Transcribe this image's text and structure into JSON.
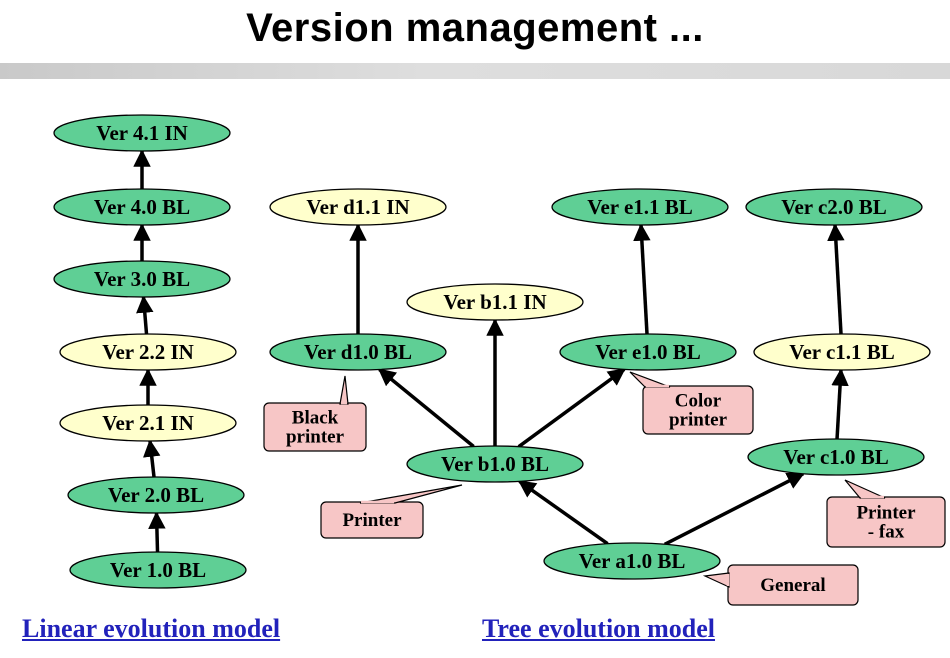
{
  "title": "Version management ...",
  "colors": {
    "baseline_fill": "#5fcf95",
    "interim_fill": "#ffffcc",
    "note_fill": "#f7c6c6",
    "caption": "#2222bb",
    "stroke": "#000000"
  },
  "nodes": {
    "v41": {
      "label": "Ver 4.1 IN",
      "kind": "baseline"
    },
    "v40": {
      "label": "Ver 4.0 BL",
      "kind": "baseline"
    },
    "v30": {
      "label": "Ver 3.0 BL",
      "kind": "baseline"
    },
    "v22": {
      "label": "Ver 2.2 IN",
      "kind": "interim"
    },
    "v21": {
      "label": "Ver 2.1 IN",
      "kind": "interim"
    },
    "v20": {
      "label": "Ver 2.0 BL",
      "kind": "baseline"
    },
    "v10": {
      "label": "Ver 1.0 BL",
      "kind": "baseline"
    },
    "d11": {
      "label": "Ver d1.1 IN",
      "kind": "interim"
    },
    "d10": {
      "label": "Ver d1.0 BL",
      "kind": "baseline"
    },
    "b11": {
      "label": "Ver b1.1 IN",
      "kind": "interim"
    },
    "b10": {
      "label": "Ver b1.0 BL",
      "kind": "baseline"
    },
    "e11": {
      "label": "Ver e1.1 BL",
      "kind": "baseline"
    },
    "e10": {
      "label": "Ver e1.0 BL",
      "kind": "baseline"
    },
    "c20": {
      "label": "Ver c2.0 BL",
      "kind": "baseline"
    },
    "c11": {
      "label": "Ver c1.1 BL",
      "kind": "interim"
    },
    "c10": {
      "label": "Ver c1.0 BL",
      "kind": "baseline"
    },
    "a10": {
      "label": "Ver a1.0 BL",
      "kind": "baseline"
    }
  },
  "edges": [
    [
      "v10",
      "v20"
    ],
    [
      "v20",
      "v21"
    ],
    [
      "v21",
      "v22"
    ],
    [
      "v22",
      "v30"
    ],
    [
      "v30",
      "v40"
    ],
    [
      "v40",
      "v41"
    ],
    [
      "d10",
      "d11"
    ],
    [
      "b10",
      "d10"
    ],
    [
      "b10",
      "b11"
    ],
    [
      "b10",
      "e10"
    ],
    [
      "e10",
      "e11"
    ],
    [
      "a10",
      "b10"
    ],
    [
      "a10",
      "c10"
    ],
    [
      "c10",
      "c11"
    ],
    [
      "c11",
      "c20"
    ]
  ],
  "notes": {
    "black_printer": {
      "lines": [
        "Black",
        "printer"
      ],
      "target": "d10"
    },
    "color_printer": {
      "lines": [
        "Color",
        "printer"
      ],
      "target": "e10"
    },
    "printer": {
      "lines": [
        "Printer"
      ],
      "target": "b10"
    },
    "printer_fax": {
      "lines": [
        "Printer",
        "- fax"
      ],
      "target": "c10"
    },
    "general": {
      "lines": [
        "General"
      ],
      "target": "a10"
    }
  },
  "captions": {
    "linear": "Linear evolution model",
    "tree": "Tree evolution model"
  }
}
